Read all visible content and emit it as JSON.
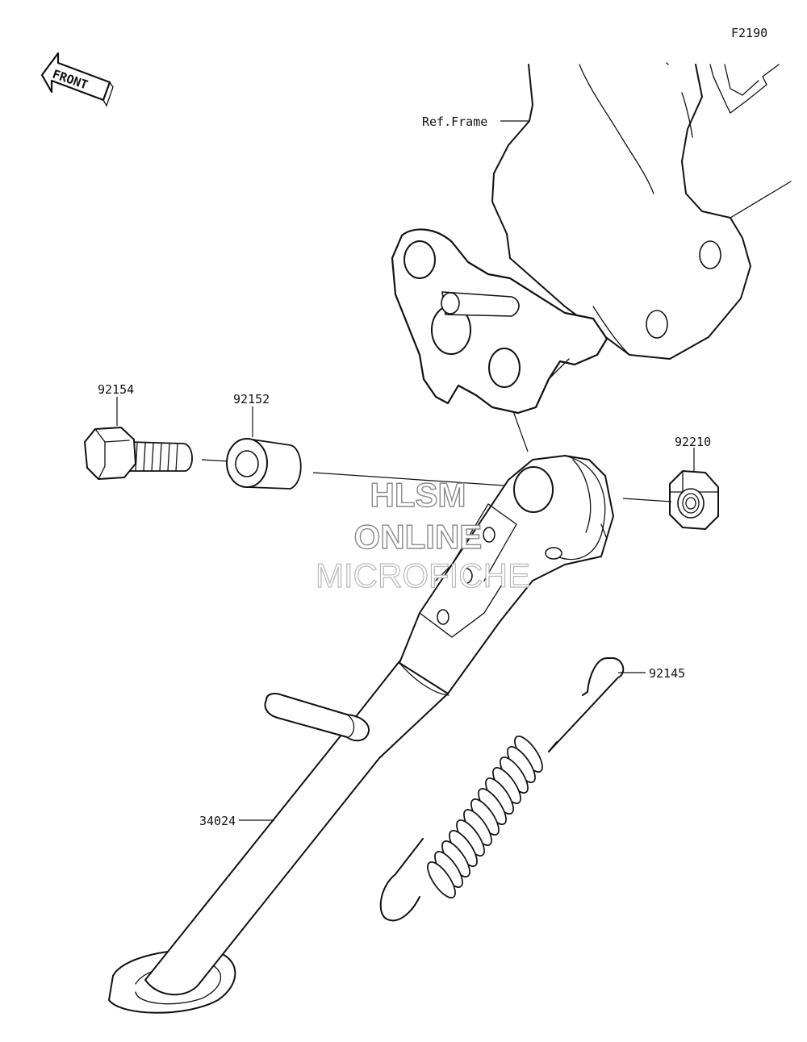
{
  "figure_code": "F2190",
  "front_arrow_label": "FRONT",
  "watermark": {
    "line1": "HLSM",
    "line2": "ONLINE",
    "line3": "MICROFICHE"
  },
  "reference_label": "Ref.Frame",
  "parts": [
    {
      "number": "92154",
      "name": "bolt"
    },
    {
      "number": "92152",
      "name": "collar"
    },
    {
      "number": "92210",
      "name": "nut"
    },
    {
      "number": "92145",
      "name": "spring"
    },
    {
      "number": "34024",
      "name": "side-stand"
    }
  ]
}
